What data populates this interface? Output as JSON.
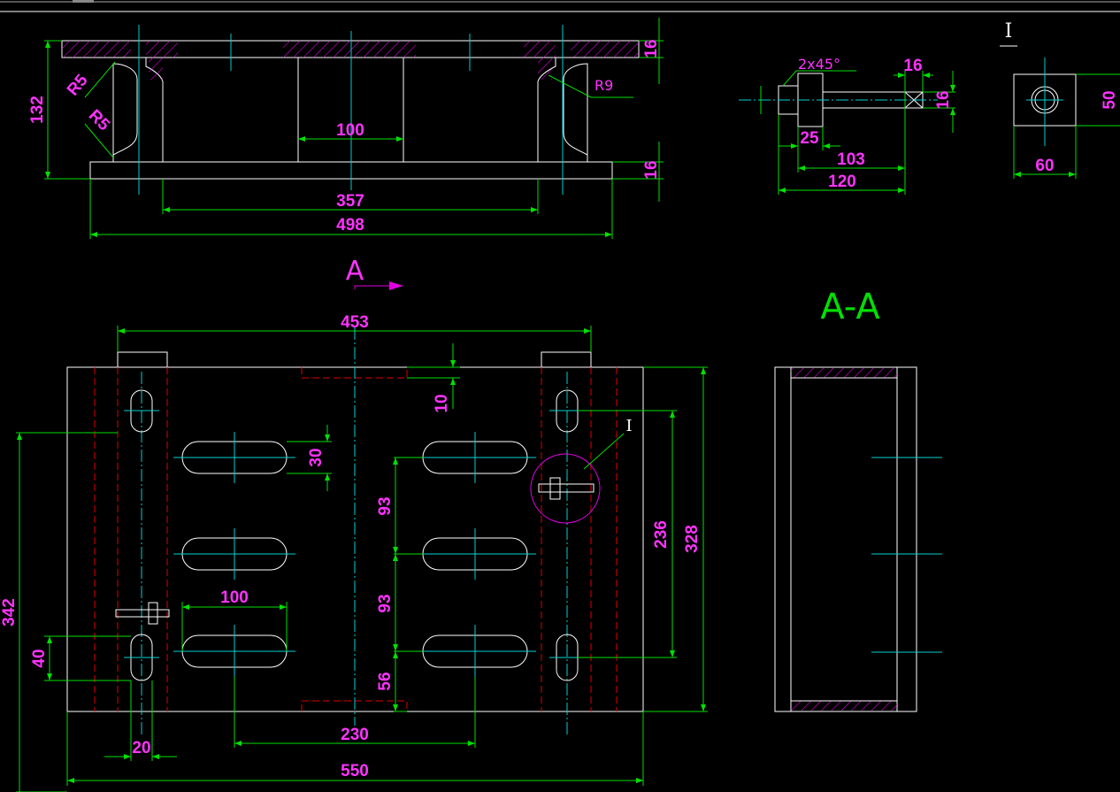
{
  "app": {
    "title": ""
  },
  "drawing": {
    "elevation_dims": {
      "height": "132",
      "radius_left_upper": "R5",
      "radius_left_lower": "R5",
      "radius_right": "R9",
      "flange_top": "16",
      "flange_bottom": "16",
      "inner_span": "100",
      "beam_span": "357",
      "base_length": "498"
    },
    "bolt_dims": {
      "chamfer": "2x45°",
      "thread_len": "16",
      "dia": "16",
      "head": "25",
      "shank": "103",
      "total": "120"
    },
    "detail_I": {
      "label": "I",
      "width": "60",
      "height": "50"
    },
    "plan_dims": {
      "section_label": "A",
      "top_span": "453",
      "offset": "10",
      "slot_width": "30",
      "pitch_1": "93",
      "pitch_2": "93",
      "edge": "56",
      "slot_len": "100",
      "slot_span": "230",
      "total_len": "550",
      "total_height": "342",
      "clamp_h": "40",
      "clamp_w": "20",
      "inner_h": "236",
      "outer_h": "328",
      "detail_mark": "I"
    },
    "section_title": "A-A"
  }
}
